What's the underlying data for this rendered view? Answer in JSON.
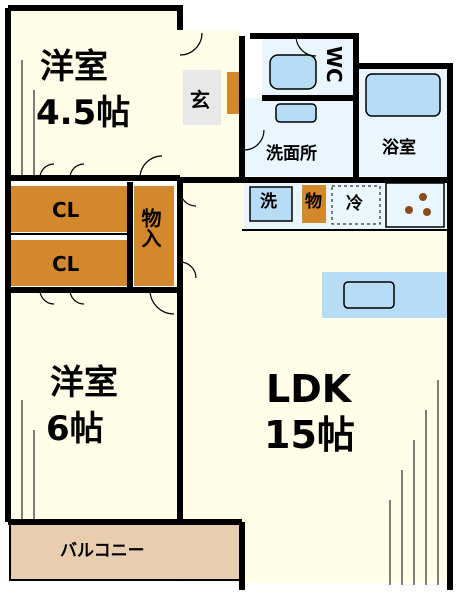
{
  "rooms": {
    "western_room_1": {
      "name": "洋室",
      "size": "4.5帖"
    },
    "western_room_2": {
      "name": "洋室",
      "size": "6帖"
    },
    "ldk": {
      "name": "LDK",
      "size": "15帖"
    },
    "closet_1": "CL",
    "closet_2": "CL",
    "storage": "物入",
    "entrance": "玄",
    "wc": "WC",
    "washroom": "洗面所",
    "bathroom": "浴室",
    "washer": "洗",
    "small_storage": "物",
    "fridge": "冷",
    "balcony": "バルコニー"
  },
  "colors": {
    "wall": "#000000",
    "floor_bedroom": "#fdfde8",
    "floor_wet": "#eaf6fd",
    "closet": "#d4882e",
    "balcony": "#e8cdb0",
    "fixture": "#b9dcf5"
  }
}
